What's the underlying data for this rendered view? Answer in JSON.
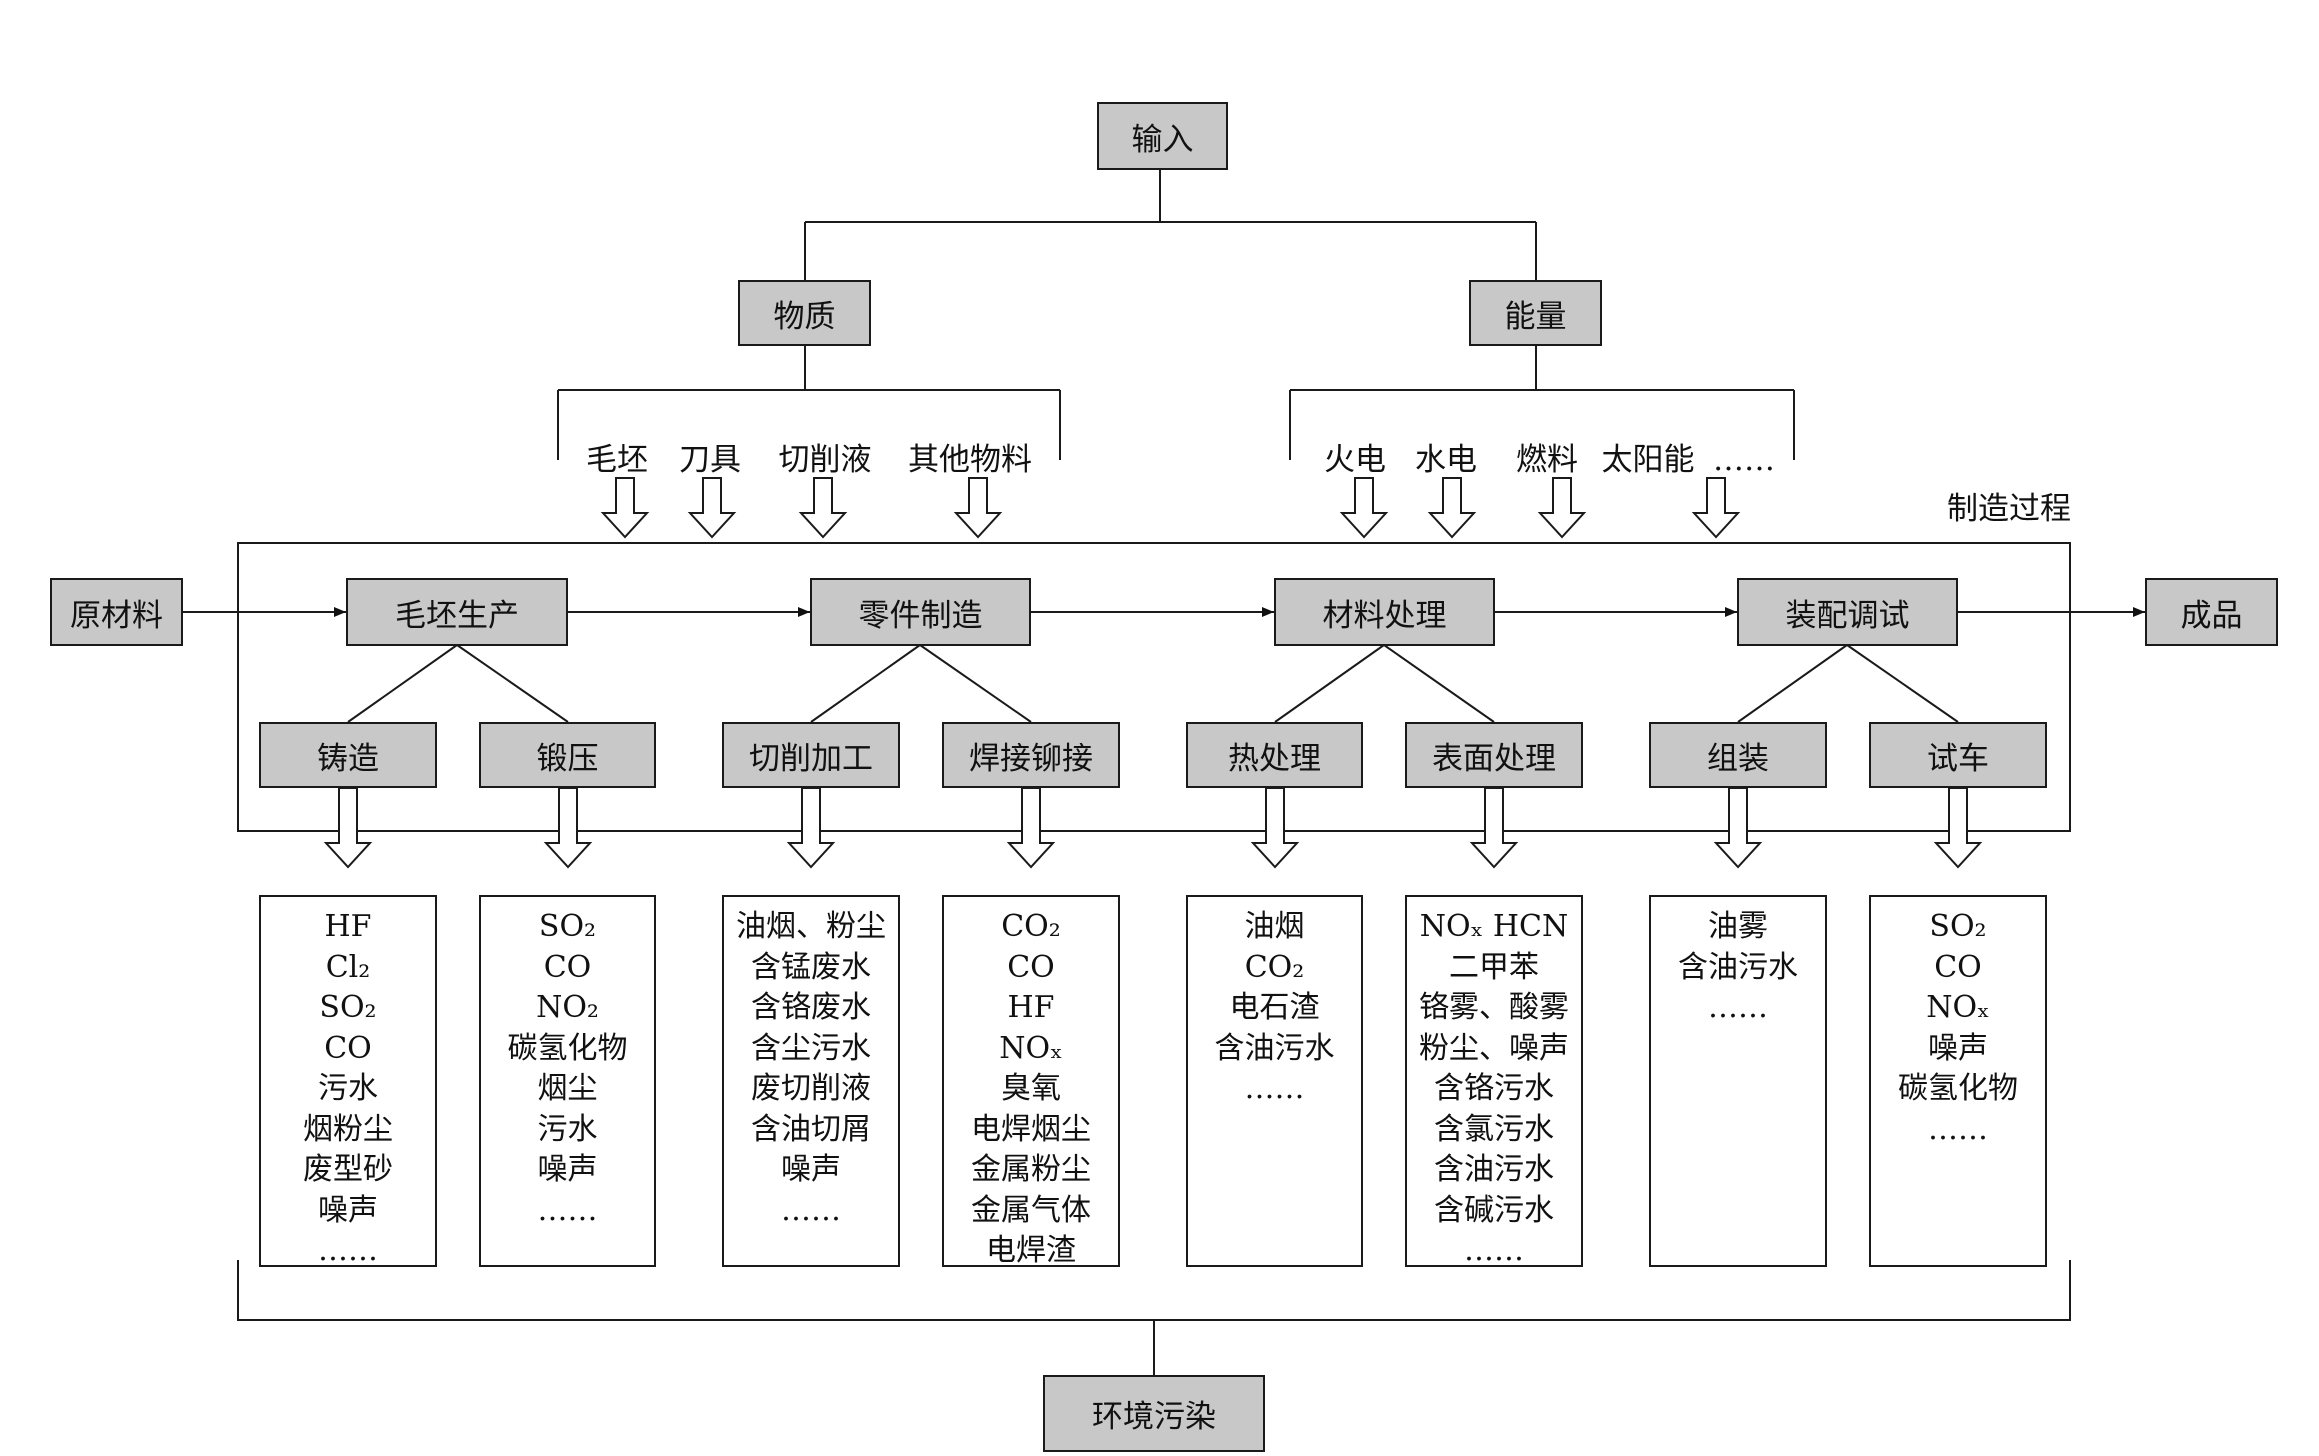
{
  "input": "输入",
  "material": {
    "label": "物质",
    "items": [
      "毛坯",
      "刀具",
      "切削液",
      "其他物料"
    ]
  },
  "energy": {
    "label": "能量",
    "items": [
      "火电",
      "水电",
      "燃料",
      "太阳能",
      "……"
    ]
  },
  "process_label": "制造过程",
  "raw_material": "原材料",
  "product": "成品",
  "stages": [
    {
      "label": "毛坯生产",
      "subs": [
        "铸造",
        "锻压"
      ]
    },
    {
      "label": "零件制造",
      "subs": [
        "切削加工",
        "焊接铆接"
      ]
    },
    {
      "label": "材料处理",
      "subs": [
        "热处理",
        "表面处理"
      ]
    },
    {
      "label": "装配调试",
      "subs": [
        "组装",
        "试车"
      ]
    }
  ],
  "outputs": [
    [
      "HF",
      "Cl₂",
      "SO₂",
      "CO",
      "污水",
      "烟粉尘",
      "废型砂",
      "噪声",
      "……"
    ],
    [
      "SO₂",
      "CO",
      "NO₂",
      "碳氢化物",
      "烟尘",
      "污水",
      "噪声",
      "……"
    ],
    [
      "油烟、粉尘",
      "含锰废水",
      "含铬废水",
      "含尘污水",
      "废切削液",
      "含油切屑",
      "噪声",
      "……"
    ],
    [
      "CO₂",
      "CO",
      "HF",
      "NOₓ",
      "臭氧",
      "电焊烟尘",
      "金属粉尘",
      "金属气体",
      "电焊渣"
    ],
    [
      "油烟",
      "CO₂",
      "电石渣",
      "含油污水",
      "……"
    ],
    [
      "NOₓ HCN",
      "二甲苯",
      "铬雾、酸雾",
      "粉尘、噪声",
      "含铬污水",
      "含氯污水",
      "含油污水",
      "含碱污水",
      "……"
    ],
    [
      "油雾",
      "含油污水",
      "……"
    ],
    [
      "SO₂",
      "CO",
      "NOₓ",
      "噪声",
      "碳氢化物",
      "……"
    ]
  ],
  "pollution": "环境污染"
}
